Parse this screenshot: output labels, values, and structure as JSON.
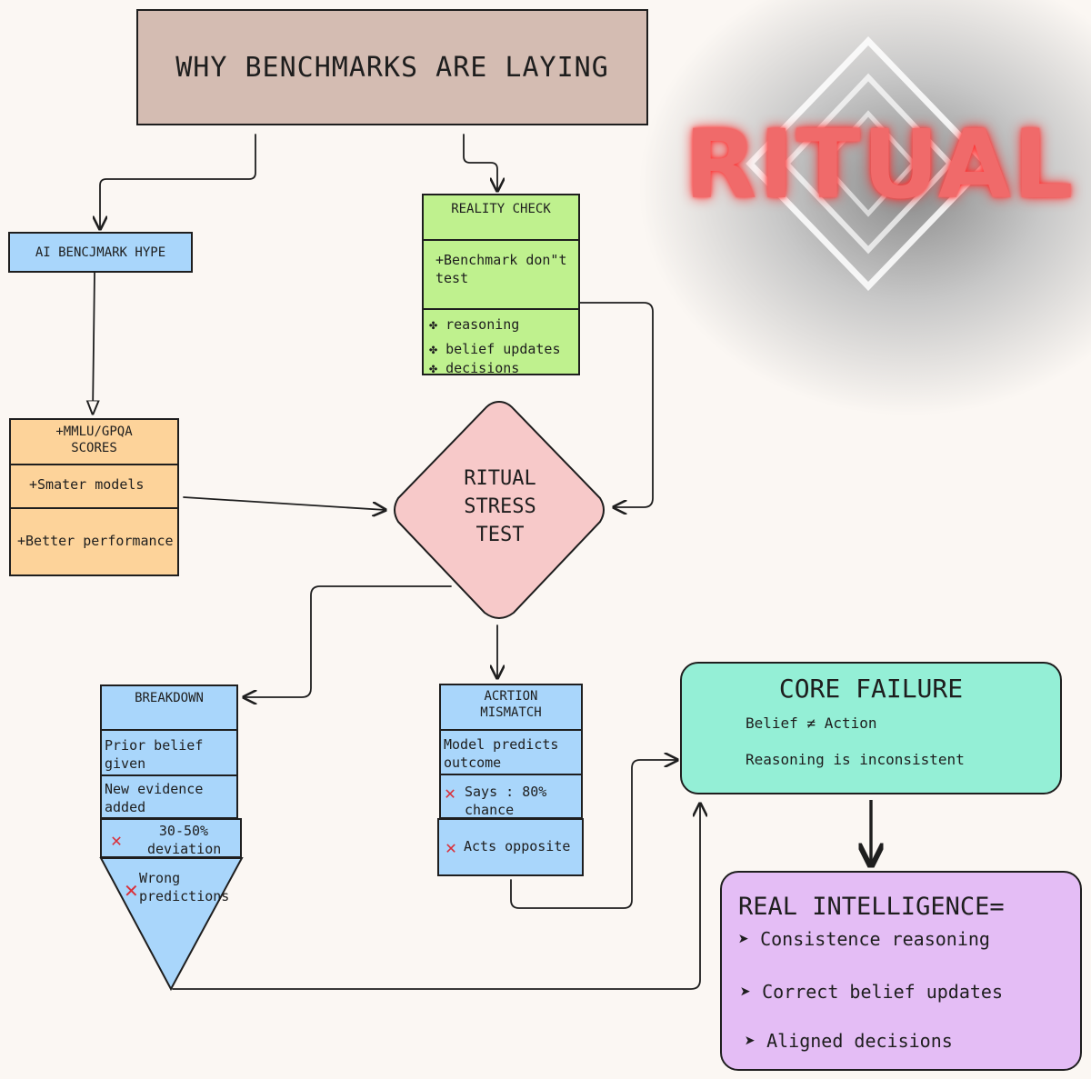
{
  "title": "WHY BENCHMARKS ARE LAYING",
  "logo": {
    "text": "RITUAL",
    "color": "#f06a6a"
  },
  "hype": {
    "label": "AI BENCJMARK HYPE"
  },
  "scores": {
    "header": "+MMLU/GPQA SCORES",
    "row1": "+Smater models",
    "row2": "+Better performance"
  },
  "reality": {
    "header": "REALITY CHECK",
    "row1": "+Benchmark don\"t test",
    "items": [
      "reasoning",
      "belief updates",
      "decisions"
    ],
    "bullet": "✤"
  },
  "stress": {
    "label": "RITUAL STRESS TEST"
  },
  "breakdown": {
    "header": "BREAKDOWN",
    "row1": "Prior belief given",
    "row2": "New evidence added",
    "row3": "30-50% deviation",
    "row4": "Wrong predictions"
  },
  "mismatch": {
    "header": "ACRTION MISMATCH",
    "row1": "Model predicts outcome",
    "row2": "Says : 80% chance",
    "row3": "Acts opposite"
  },
  "core": {
    "title": "CORE FAILURE",
    "line1": "Belief ≠ Action",
    "line2": "Reasoning is inconsistent"
  },
  "real": {
    "title": "REAL INTELLIGENCE=",
    "items": [
      "Consistence reasoning",
      "Correct belief updates",
      "Aligned decisions"
    ],
    "bullet": "➤"
  },
  "cross_icon": "✕",
  "colors": {
    "title": "#d4bcb2",
    "blue": "#a9d6fb",
    "orange": "#fdd39a",
    "green": "#bff18e",
    "pink": "#f7c9c9",
    "teal": "#94efd6",
    "purple": "#e4bdf5",
    "red_x": "#d9303a"
  }
}
